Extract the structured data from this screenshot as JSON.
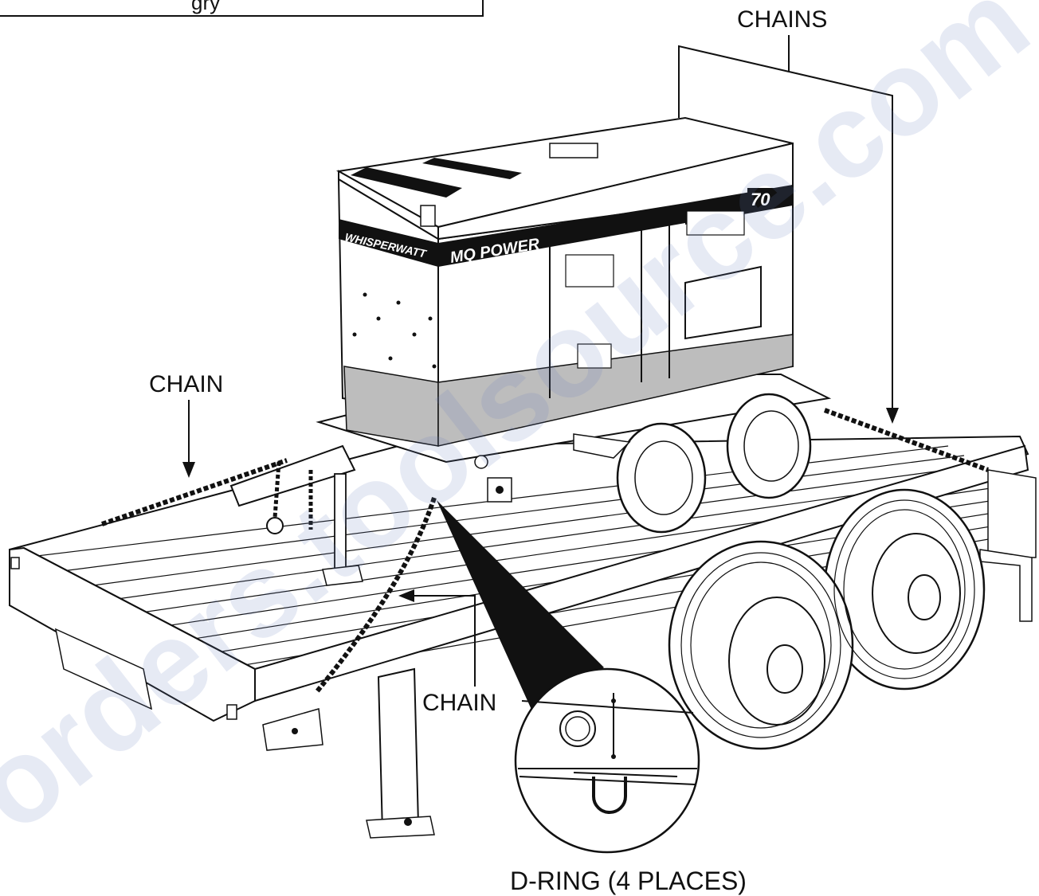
{
  "notice": {
    "text": "gry"
  },
  "labels": {
    "chains": "CHAINS",
    "chain_left": "CHAIN",
    "chain_center": "CHAIN",
    "dring_caption": "D-RING (4 PLACES)"
  },
  "generator": {
    "brand_left": "WHISPERWATT",
    "brand_right": "MQ POWER",
    "model": "70"
  },
  "watermark": {
    "text": "orders.toolsource.com"
  }
}
